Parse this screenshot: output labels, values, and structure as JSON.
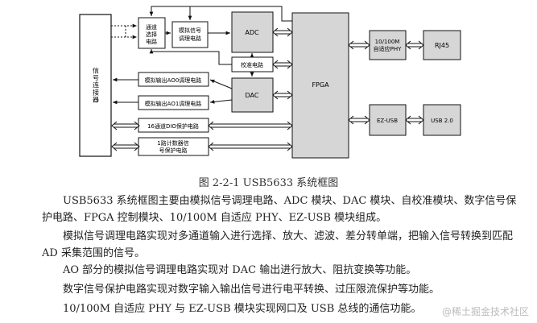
{
  "diagram": {
    "blocks": {
      "signal_connector": "信号连接器",
      "channel_select": "通道选择电路",
      "analog_cond": "模拟信号调理电路",
      "adc": "ADC",
      "calib": "校准电路",
      "dac": "DAC",
      "ao0": "模拟输出AO0调理电路",
      "ao1": "模拟输出AO1调理电路",
      "dio": "16通道DIO保护电路",
      "counter": "1路计数器信号保护电路",
      "fpga": "FPGA",
      "phy": "10/100M自适应PHY",
      "rj45": "RJ45",
      "ezusb": "EZ-USB",
      "usb": "USB 2.0"
    }
  },
  "caption": "图 2-2-1 USB5633 系统框图",
  "paragraphs": [
    "USB5633 系统框图主要由模拟信号调理电路、ADC 模块、DAC 模块、自校准模块、数字信号保护电路、FPGA 控制模块、10/100M 自适应 PHY、EZ-USB 模块组成。",
    "模拟信号调理电路实现对多通道输入进行选择、放大、滤波、差分转单端，把输入信号转换到匹配 AD 采集范围的信号。",
    "AO 部分的模拟信号调理电路实现对 DAC 输出进行放大、阻抗变换等功能。",
    "数字信号保护电路实现对数字输入输出信号进行电平转换、过压限流保护等功能。",
    "10/100M 自适应 PHY 与 EZ-USB 模块实现网口及 USB 总线的通信功能。"
  ],
  "watermark": "@稀土掘金技术社区"
}
